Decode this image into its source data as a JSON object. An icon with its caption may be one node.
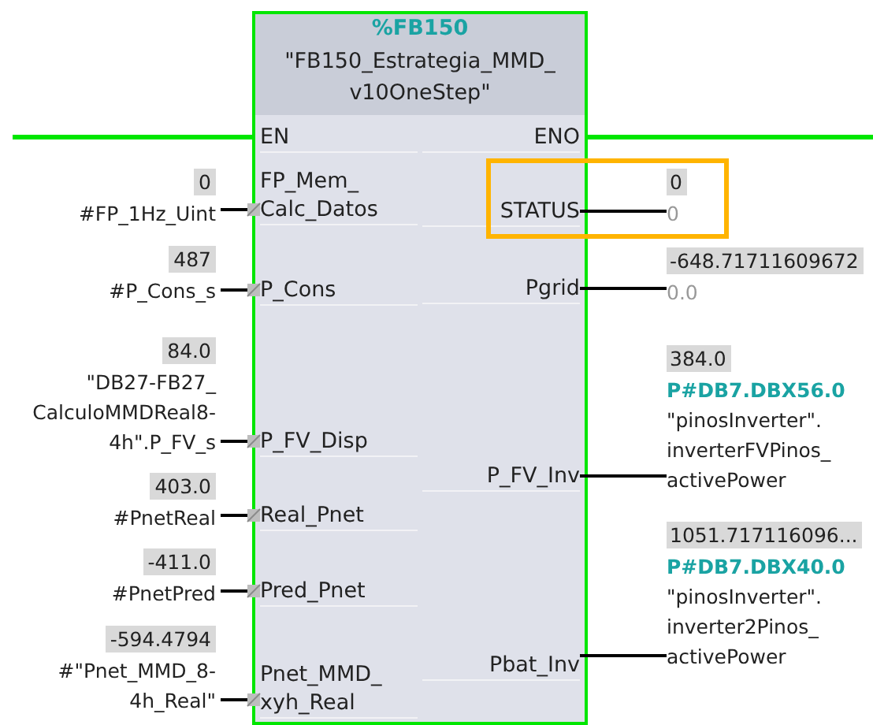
{
  "diagram": {
    "nodes": [
      {
        "text": [
          "%FB150",
          "\"FB150_Estrategia_MMD_ v10OneStep\""
        ]
      },
      {
        "text": [
          "EN"
        ],
        "in": 0
      },
      {
        "text": [
          "FP_Mem_ Calc_Datos"
        ],
        "in": 0
      },
      {
        "text": [
          "P_Cons"
        ],
        "in": 0
      },
      {
        "text": [
          "P_FV_Disp"
        ],
        "in": 0
      },
      {
        "text": [
          "Real_Pnet"
        ],
        "in": 0
      },
      {
        "text": [
          "Pred_Pnet"
        ],
        "in": 0
      },
      {
        "text": [
          "Pnet_MMD_ xyh_Real"
        ],
        "in": 0
      },
      {
        "text": [
          "ENO"
        ],
        "in": 0
      },
      {
        "text": [
          "STATUS"
        ],
        "in": 0
      },
      {
        "text": [
          "Pgrid"
        ],
        "in": 0
      },
      {
        "text": [
          "P_FV_Inv"
        ],
        "in": 0
      },
      {
        "text": [
          "Pbat_Inv"
        ],
        "in": 0
      },
      {
        "text": [
          "0",
          "#FP_1Hz_Uint"
        ]
      },
      {
        "text": [
          "487",
          "#P_Cons_s"
        ]
      },
      {
        "text": [
          "84.0",
          "\"DB27-FB27_ CalculoMMDReal8- 4h\".P_FV_s"
        ]
      },
      {
        "text": [
          "403.0",
          "#PnetReal"
        ]
      },
      {
        "text": [
          "-411.0",
          "#PnetPred"
        ]
      },
      {
        "text": [
          "-594.4794",
          "#\"Pnet_MMD_8- 4h_Real\""
        ]
      },
      {
        "text": [
          "0",
          "0"
        ]
      },
      {
        "text": [
          "-648.71711609672",
          "0.0"
        ]
      },
      {
        "text": [
          "384.0",
          "P#DB7.DBX56.0",
          "\"pinosInverter\". inverterFVPinos_ activePower"
        ]
      },
      {
        "text": [
          "1051.717116096...",
          "P#DB7.DBX40.0",
          "\"pinosInverter\". inverter2Pinos_ activePower"
        ]
      }
    ],
    "edges": [
      {
        "from": null,
        "to": 1,
        "arrow": "none",
        "color": "#00e600"
      },
      {
        "from": 13,
        "to": 2,
        "arrow": "other"
      },
      {
        "from": 14,
        "to": 3,
        "arrow": "other"
      },
      {
        "from": 15,
        "to": 4,
        "arrow": "other"
      },
      {
        "from": 16,
        "to": 5,
        "arrow": "other"
      },
      {
        "from": 17,
        "to": 6,
        "arrow": "other"
      },
      {
        "from": 18,
        "to": 7,
        "arrow": "other"
      },
      {
        "from": 8,
        "to": null,
        "arrow": "none",
        "color": "#00e600"
      },
      {
        "from": 9,
        "to": 19,
        "arrow": "none"
      },
      {
        "from": 10,
        "to": 20,
        "arrow": "none"
      },
      {
        "from": 11,
        "to": 21,
        "arrow": "none"
      },
      {
        "from": 12,
        "to": 22,
        "arrow": "none"
      }
    ]
  }
}
